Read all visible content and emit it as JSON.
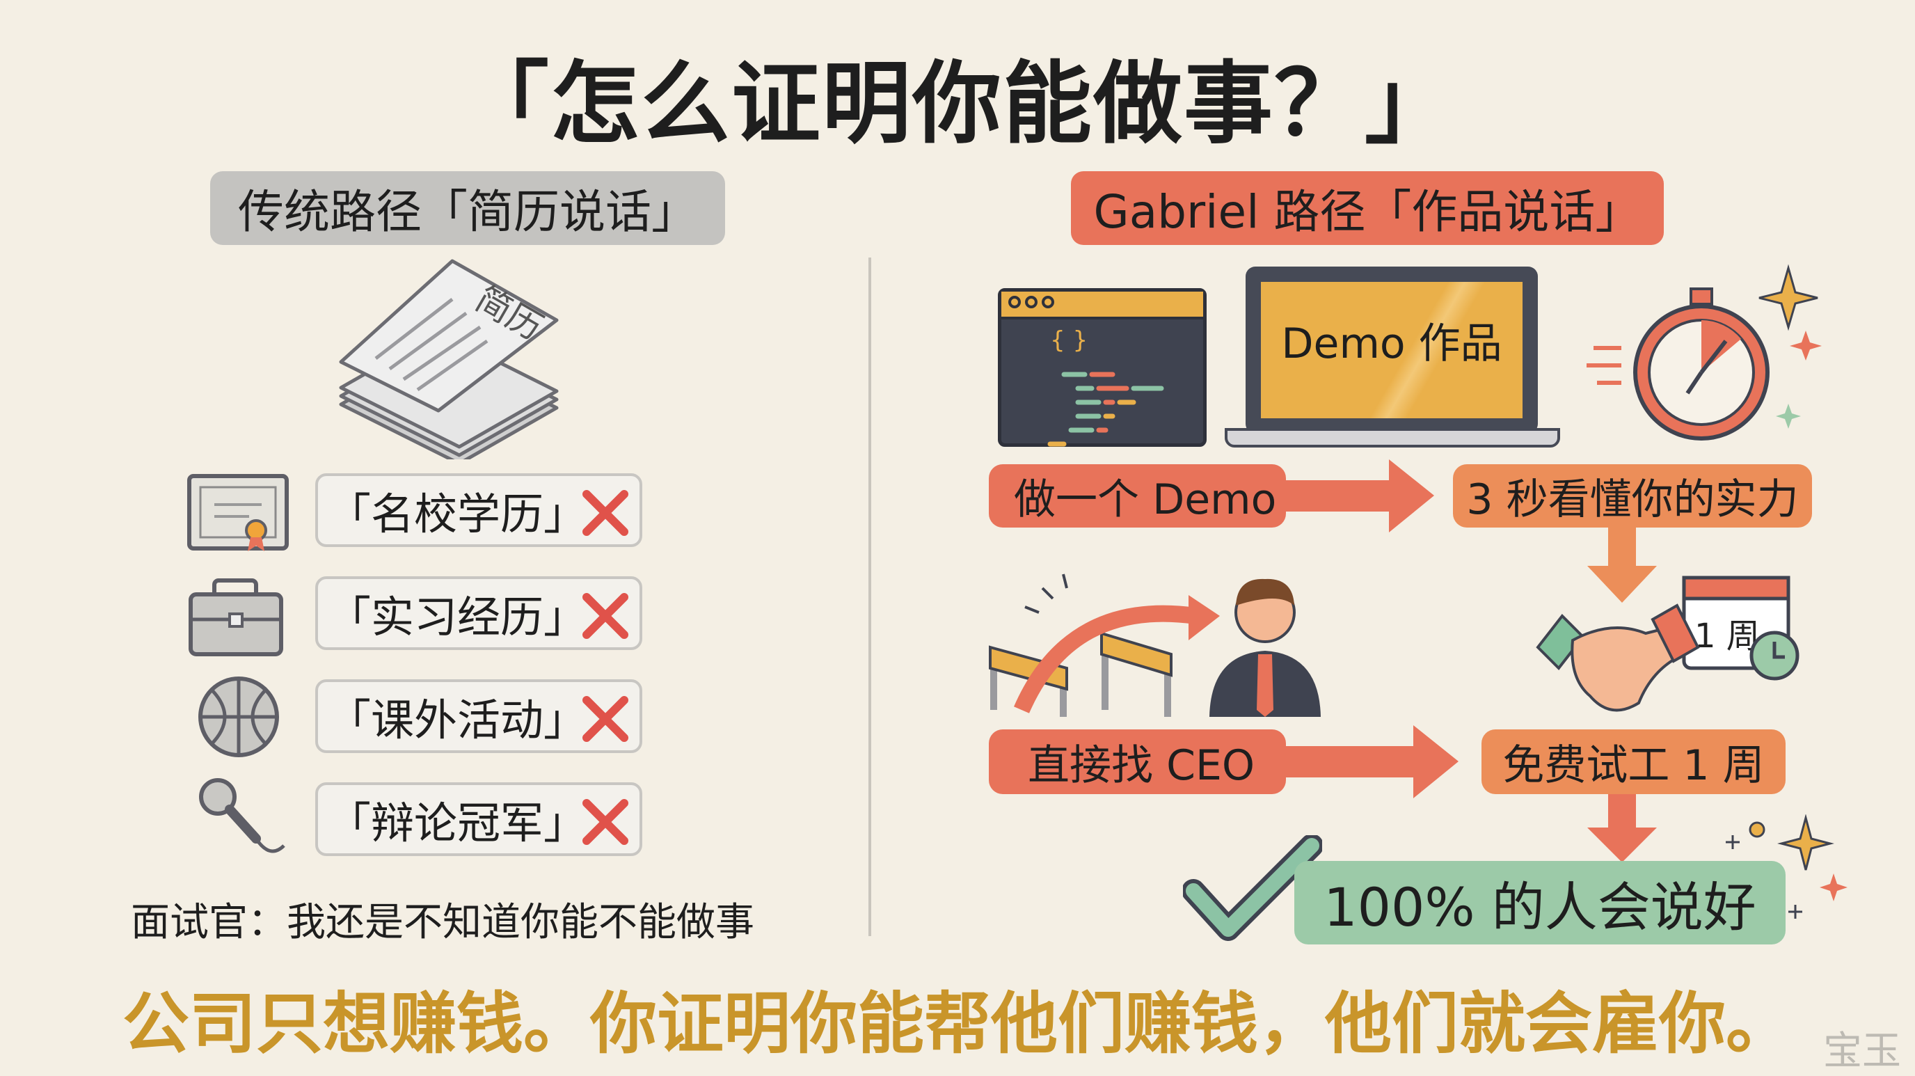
{
  "title": "「怎么证明你能做事？」",
  "left": {
    "header": "传统路径「简历说话」",
    "resume_label": "简历",
    "items": [
      {
        "label": "「名校学历」",
        "icon": "certificate-icon"
      },
      {
        "label": "「实习经历」",
        "icon": "briefcase-icon"
      },
      {
        "label": "「课外活动」",
        "icon": "basketball-icon"
      },
      {
        "label": "「辩论冠军」",
        "icon": "microphone-icon"
      }
    ],
    "interviewer": "面试官：我还是不知道你能不能做事"
  },
  "right": {
    "header": "Gabriel 路径「作品说话」",
    "laptop_label": "Demo 作品",
    "code_braces": "{ }",
    "step1": "做一个 Demo",
    "step2": "3 秒看懂你的实力",
    "step3": "直接找 CEO",
    "step4": "免费试工 1 周",
    "calendar_label": "1 周",
    "result": "100% 的人会说好"
  },
  "bottom": "公司只想赚钱。你证明你能帮他们赚钱，他们就会雇你。",
  "watermark": "宝玉",
  "colors": {
    "background": "#f4efe4",
    "red": "#e8735a",
    "orange": "#ec8e59",
    "green": "#9ccaa8",
    "gold": "#c9952a",
    "gray": "#c4c3c0"
  }
}
